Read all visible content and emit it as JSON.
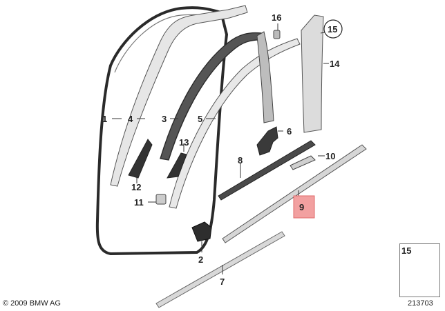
{
  "parts": [
    {
      "id": "1",
      "label": "1"
    },
    {
      "id": "2",
      "label": "2"
    },
    {
      "id": "3",
      "label": "3"
    },
    {
      "id": "4",
      "label": "4"
    },
    {
      "id": "5",
      "label": "5"
    },
    {
      "id": "6",
      "label": "6"
    },
    {
      "id": "7",
      "label": "7"
    },
    {
      "id": "8",
      "label": "8"
    },
    {
      "id": "9",
      "label": "9",
      "highlighted": true
    },
    {
      "id": "10",
      "label": "10"
    },
    {
      "id": "11",
      "label": "11"
    },
    {
      "id": "12",
      "label": "12"
    },
    {
      "id": "13",
      "label": "13"
    },
    {
      "id": "14",
      "label": "14"
    },
    {
      "id": "15",
      "label": "15",
      "circled": true
    },
    {
      "id": "16",
      "label": "16"
    }
  ],
  "legend": {
    "label": "15"
  },
  "copyright": "© 2009 BMW AG",
  "diagram_number": "213703",
  "colors": {
    "highlight": "#f2a0a0",
    "highlight_border": "#e06a6a",
    "part_fill": "#d9d9d9",
    "seal_stroke": "#2a2a2a"
  }
}
